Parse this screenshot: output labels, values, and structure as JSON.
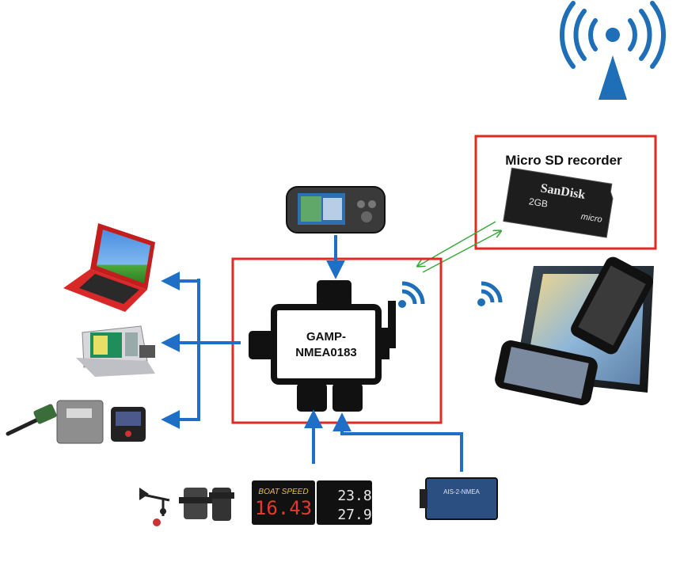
{
  "hub": {
    "title_line1": "GAMP-",
    "title_line2": "NMEA0183"
  },
  "recorder": {
    "title": "Micro SD recorder",
    "card_brand": "SanDisk",
    "card_capacity": "2GB",
    "card_type": "micro"
  },
  "instruments": {
    "boat_speed_label": "BOAT SPEED",
    "boat_speed_value": "16.43",
    "dual_top_value": "23.8",
    "dual_bottom_value": "27.9"
  },
  "ais": {
    "label": "AIS-2-NMEA"
  },
  "colors": {
    "arrow": "#1f6fc6",
    "frame": "#e02a22",
    "wifi": "#1e6fb8",
    "sd_link": "#3aa83a"
  }
}
